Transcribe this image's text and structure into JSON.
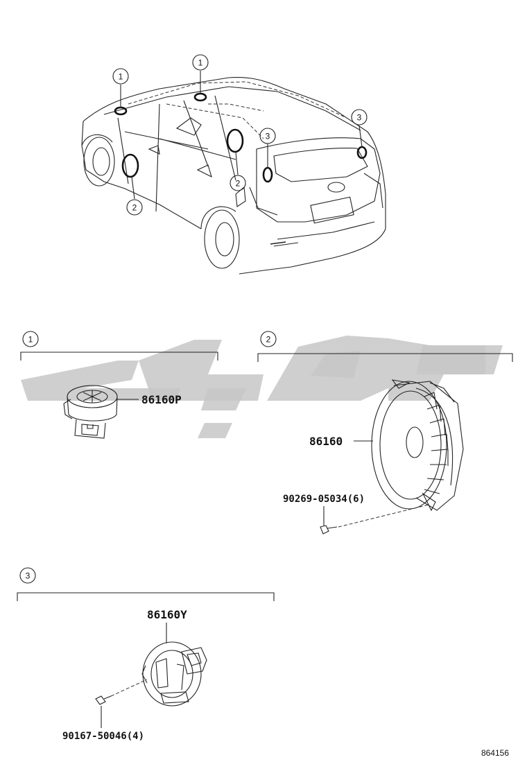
{
  "callouts": {
    "c1": "1",
    "c2": "2",
    "c3": "3"
  },
  "parts": {
    "tweeter": "86160P",
    "front_speaker": "86160",
    "front_speaker_screw": "90269-05034(6)",
    "rear_speaker": "86160Y",
    "rear_speaker_screw": "90167-50046(4)"
  },
  "diagram_id": "864156",
  "icons": {
    "watermark": "watermark-logo",
    "vehicle": "vehicle-icon",
    "tweeter": "tweeter-icon",
    "speaker": "speaker-icon",
    "screw": "screw-icon"
  }
}
